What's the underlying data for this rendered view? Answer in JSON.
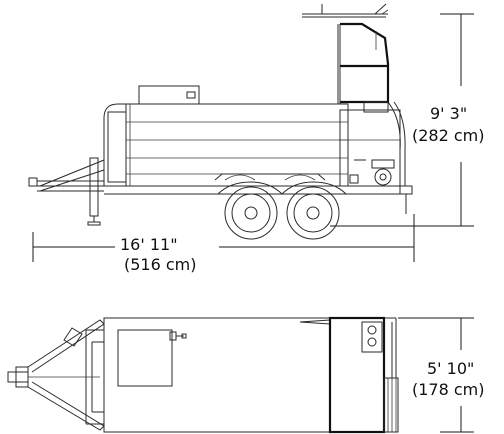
{
  "side_view": {
    "length_label": "16' 11\"",
    "length_metric_label": "(516 cm)",
    "height_label": "9' 3\"",
    "height_metric_label": "(282 cm)"
  },
  "top_view": {
    "width_label": "5' 10\"",
    "width_metric_label": "(178 cm)"
  },
  "colors": {
    "line": "#2a2a2a",
    "background": "#ffffff"
  }
}
